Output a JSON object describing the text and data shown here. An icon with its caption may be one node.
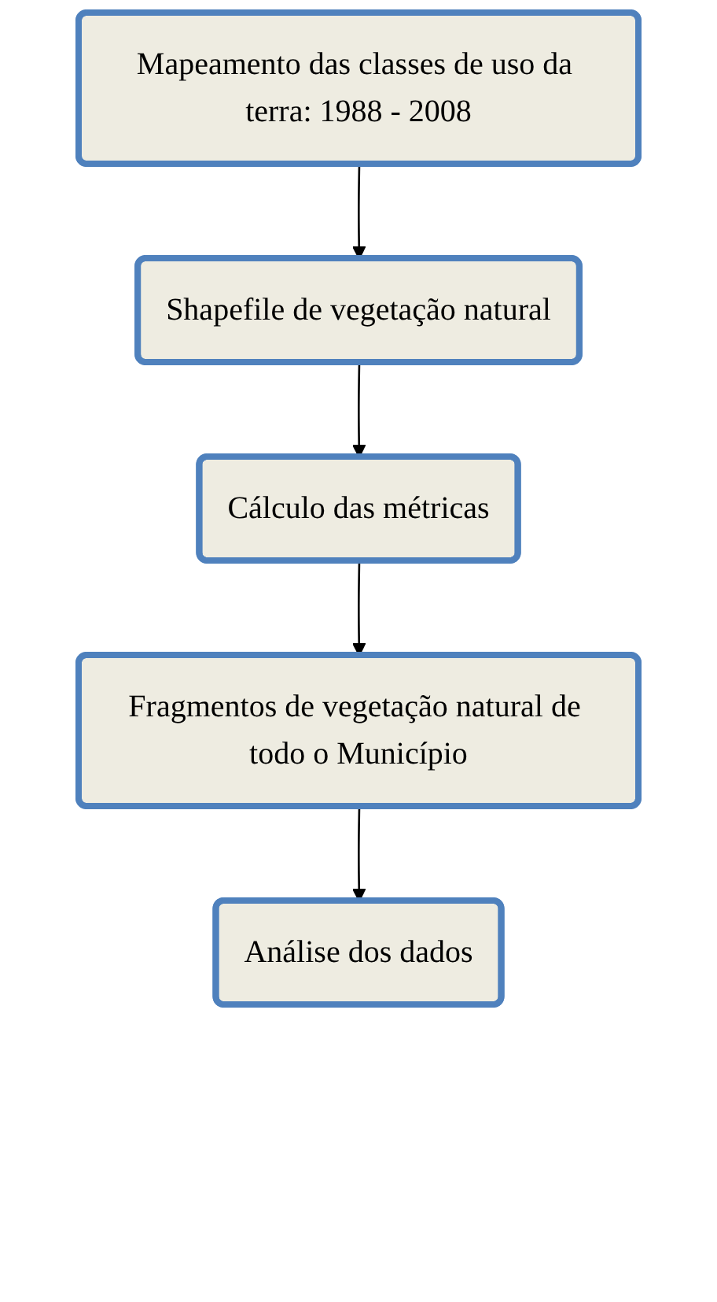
{
  "diagram": {
    "nodes": [
      {
        "text": [
          "Mapeamento das classes de uso da terra: 1988 - 2008"
        ]
      },
      {
        "text": [
          "Shapefile de vegetação natural"
        ]
      },
      {
        "text": [
          "Cálculo das métricas"
        ]
      },
      {
        "text": [
          "Fragmentos de vegetação natural de todo o Município"
        ]
      },
      {
        "text": [
          "Análise dos dados"
        ]
      }
    ],
    "edges": [
      {
        "from": 0,
        "to": 1,
        "arrow": "to"
      },
      {
        "from": 1,
        "to": 2,
        "arrow": "to"
      },
      {
        "from": 2,
        "to": 3,
        "arrow": "to"
      },
      {
        "from": 3,
        "to": 4,
        "arrow": "to"
      }
    ]
  }
}
